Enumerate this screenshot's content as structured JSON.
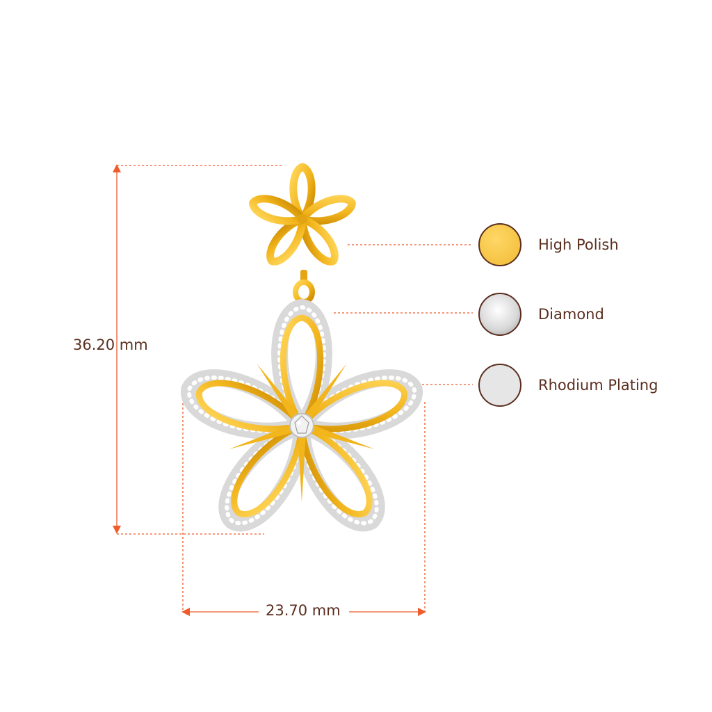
{
  "dimensions": {
    "height_label": "36.20 mm",
    "width_label": "23.70 mm"
  },
  "legend": [
    {
      "label": "High Polish",
      "swatch": "gold"
    },
    {
      "label": "Diamond",
      "swatch": "diamond"
    },
    {
      "label": "Rhodium Plating",
      "swatch": "rhodium"
    }
  ],
  "colors": {
    "gold": "#f2c23f",
    "gold_dark": "#d99a12",
    "rhodium": "#e6e6e6",
    "dimension_line": "#ef5b2b",
    "text": "#5a2e1f"
  }
}
